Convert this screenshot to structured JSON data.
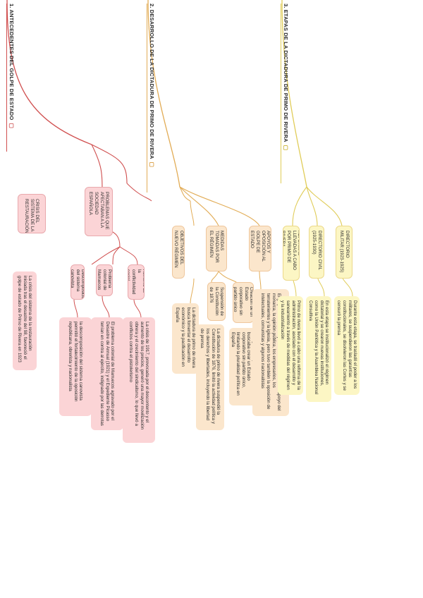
{
  "branches": [
    {
      "title": "1. ANTECEDENTES DEL GOLPE DE ESTADO",
      "icon": "note-icon",
      "color": "#d04f4f",
      "subtopics": [
        {
          "label": "CRISIS DEL SISTEMA DE LA RESTAURACIÓN",
          "details": [
            "La crisis del sistema de la restauración iniciada tras el desastre del 98, favoreció el golpe de estado de Primo de Rivera en 1923"
          ]
        },
        {
          "label": "PROBLEMAS QUE AFECTABAN A LA SOCIEDAD ESPAÑOLA",
          "items": [
            {
              "label": "Descomposición del sistema canovista",
              "detail": "la descomposición del sistema canovista permitió el fortalecimiento de la oposición republicana, obrerista y nacionalista"
            },
            {
              "label": "Problema colonial de Marruecos",
              "detail": "El problema colonial de Marruecos agravado por el Desastre de Annual (1921) y el Expediente Picasso tenían en contra al ejército, indignado por las derrotas"
            },
            {
              "label": "Aumento de la conflictividad social",
              "detail": "La crisis de 1917, provocada por el descontento y el aumento de los precios, generó una mayor movilización obrera y el crecimiento del sindicalismo, lo que llevó a conflictos contra el pistolerismo"
            }
          ]
        }
      ]
    },
    {
      "title": "2. DESARROLLO DE LA DICTADURA DE PRIMO DE RIVERA",
      "icon": "note-icon",
      "color": "#e2ac56",
      "subtopics": [
        {
          "label": "OBJETIVOS DEL NUEVO RÉGIMEN",
          "details": [
            "La dictadura de primo de rivera busca fomentar el desarrollo económico y la pacificación en España"
          ]
        },
        {
          "label": "MEDIDAS TOMADAS POR EL RÉGIMEN",
          "items": [
            {
              "label": "Suspensión de la Constitución de 1876",
              "detail": "La dictadura de primo de rivera suspendió la Constitución de 1876, limitó la actividad política y los derechos y libertades, incluyendo la libertad de prensa"
            },
            {
              "label": "Creación de un Estado corporativo sin partido único",
              "detail": "El régimen de primo de rivera buscaba crear un Estado corporativo sin partido único, limitando la pluralidad política en España"
            }
          ]
        },
        {
          "label": "APOYOS Y OPOSICIÓN AL GOLPE DE ESTADO",
          "details": [
            "El golpe de estado de primo de rivera contó con el apoyo del monarca, la opinión pública, los empresarios, los terratenientes y la iglesia, pero tuvo también la oposición de intelectuales, comunistas y algunos nacionalistas"
          ]
        }
      ]
    },
    {
      "title": "3. ETAPAS DE LA DICTADURA DE PRIMO DE RIVERA",
      "icon": "note-icon",
      "color": "#e0cc58",
      "subtopics": [
        {
          "label": "DIRECTORIO MILITAR (1923-1925)",
          "details": [
            "Durante esta etapa, se trasladó el poder a los militares, se suspendieron las garantías constitucionales, se disolvieron las Cortes y se censuró la prensa"
          ]
        },
        {
          "label": "DIRECTORIO CIVIL (1925-1930)",
          "details": [
            "En esta etapa se institucionalizó el régimen dictatorial y se crearon nuevas instituciones, como la Unión Patriótica y la Asamblea Nacional Consultiva"
          ]
        },
        {
          "label": "REFORMAS LLEVADAS A CABO POR PRIMO DE RIVERA",
          "details": [
            "Primo de rivera llevó a cabo una reforma de la administración, asociado con el desarrollo y saneamiento a través de medidas del régimen y la industrialización"
          ]
        }
      ]
    }
  ]
}
